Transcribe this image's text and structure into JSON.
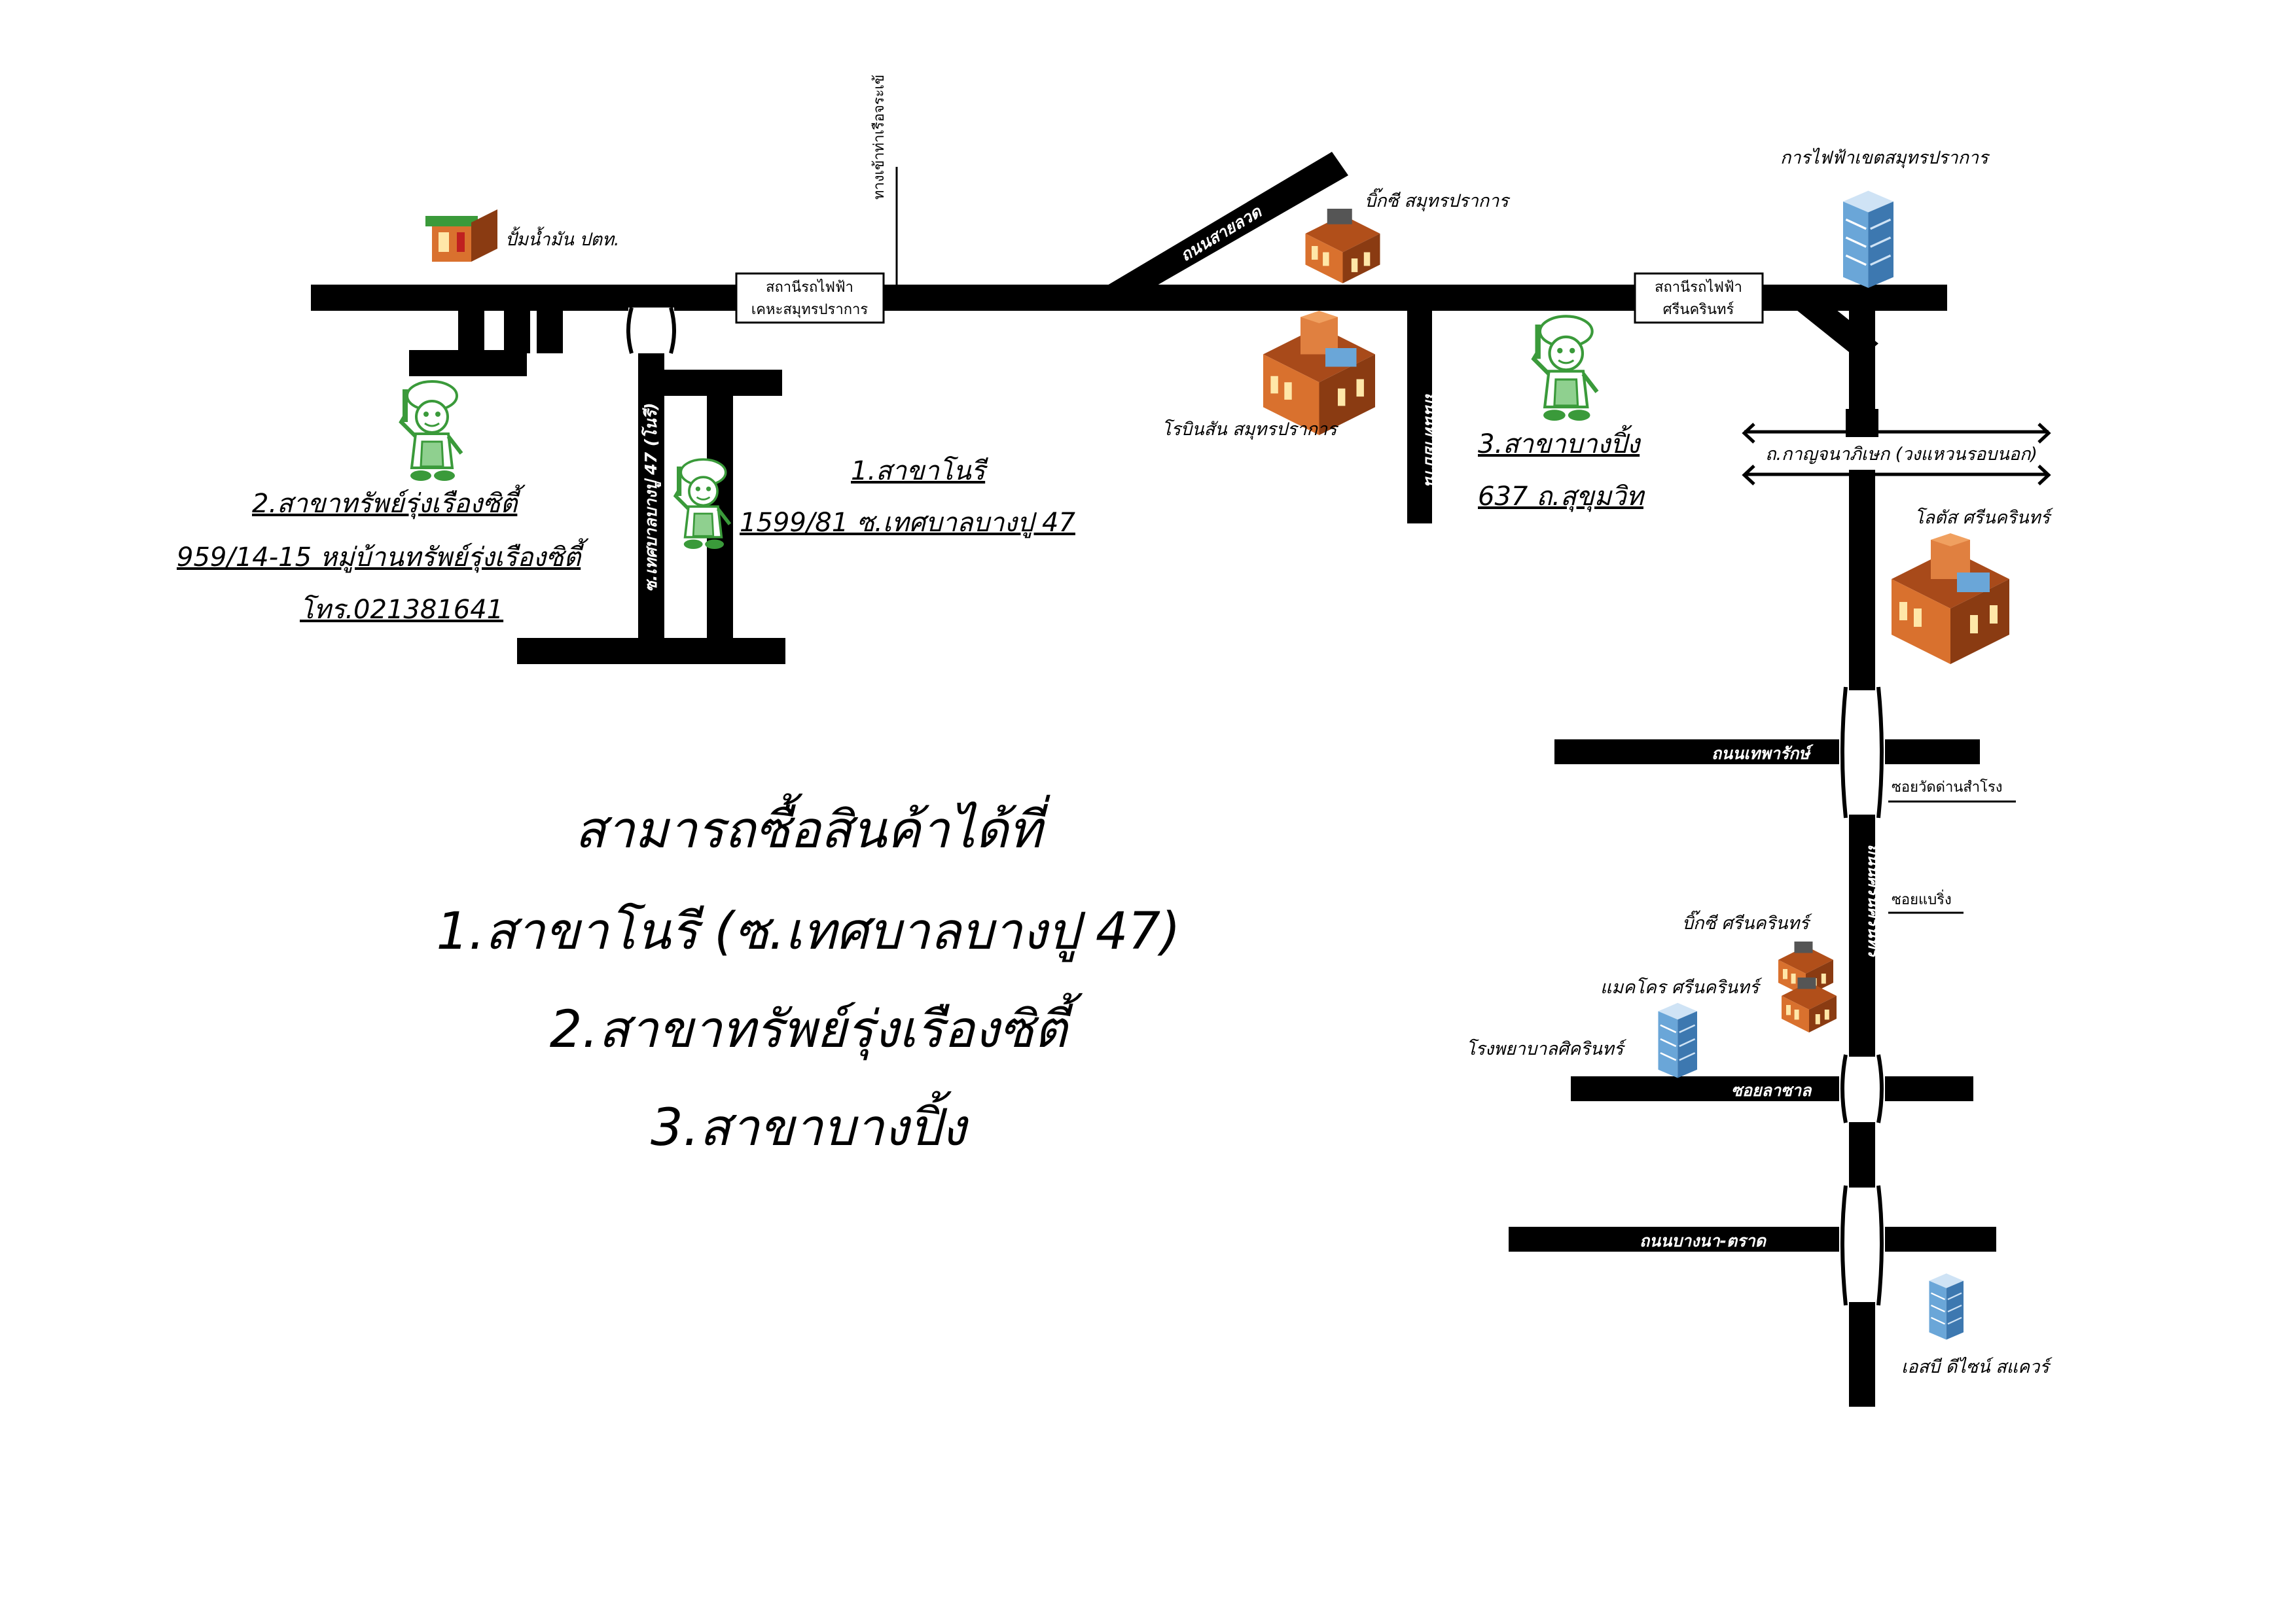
{
  "colors": {
    "road": "#000000",
    "mascot": "#3a9a3a",
    "building_orange": "#d9712e",
    "building_blue": "#6aa6d8"
  },
  "roads": {
    "sai_luat": "ถนนสายลวด",
    "thai_ban": "ถนนทายบ้าน",
    "srinakarin": "ถนนศรีนครินทร์",
    "theparak": "ถนนเทพารักษ์",
    "la_salle": "ซอยลาซาล",
    "bangna_trat": "ถนนบางนา-ตราด",
    "nonsi_soi": "ซ.เทศบาลบางปู 47 (โนรี)",
    "kanchana": "ถ.กาญจนาภิเษก (วงแหวนรอบนอก)",
    "wat_dan": "ซอยวัดด่านสำโรง",
    "soi_baeng": "ซอยแบริ่ง",
    "pier_road": "ทางเข้าท่าเรือจระเข้"
  },
  "stations": {
    "kheha_line1": "สถานีรถไฟฟ้า",
    "kheha_line2": "เคหะสมุทรปราการ",
    "srinakarin_line1": "สถานีรถไฟฟ้า",
    "srinakarin_line2": "ศรีนครินทร์"
  },
  "landmarks": {
    "ptt": "ปั้มน้ำมัน ปตท.",
    "bigc_samut": "บิ๊กซี สมุทรปราการ",
    "robinson": "โรบินสัน สมุทรปราการ",
    "pea": "การไฟฟ้าเขตสมุทรปราการ",
    "lotus": "โลตัส ศรีนครินทร์",
    "bigc_srinakarin": "บิ๊กซี ศรีนครินทร์",
    "makro": "แมคโคร ศรีนครินทร์",
    "hospital": "โรงพยาบาลศิครินทร์",
    "sb_design": "เอสบี ดีไซน์ สแควร์"
  },
  "branches": {
    "b1_name": "1.สาขาโนรี",
    "b1_addr": "1599/81 ซ.เทศบาลบางปู 47",
    "b2_name": "2.สาขาทรัพย์รุ่งเรืองซิตี้",
    "b2_addr": "959/14-15 หมู่บ้านทรัพย์รุ่งเรืองซิตี้",
    "b2_tel": "โทร.021381641",
    "b3_name": "3.สาขาบางปิ้ง",
    "b3_addr": "637 ถ.สุขุมวิท"
  },
  "headline": {
    "line1": "สามารถซื้อสินค้าได้ที่",
    "line2": "1.สาขาโนรี (ซ.เทศบาลบางปู 47)",
    "line3": "2.สาขาทรัพย์รุ่งเรืองซิตี้",
    "line4": "3.สาขาบางปิ้ง"
  },
  "icons": {
    "mascot": "chef-mascot-icon",
    "gas": "gas-station-icon",
    "store": "store-building-icon",
    "office": "office-tower-icon"
  }
}
